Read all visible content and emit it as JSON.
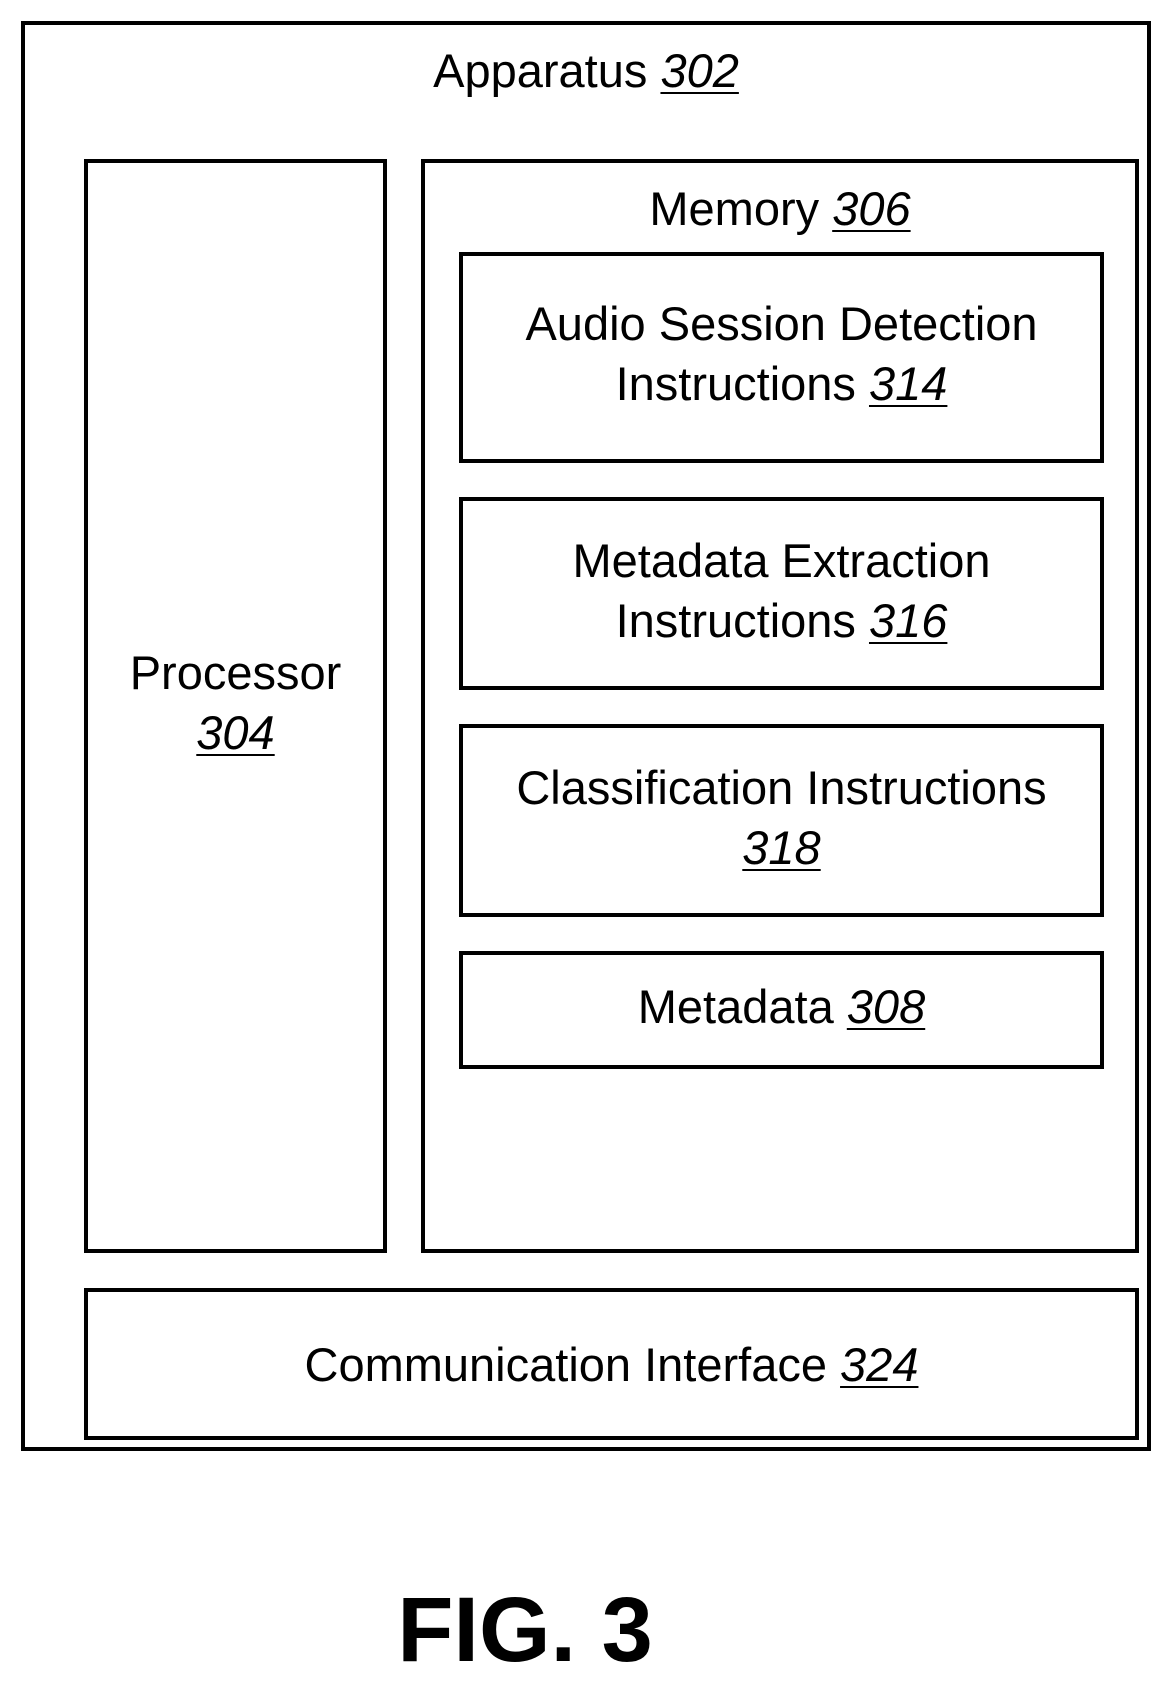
{
  "apparatus": {
    "name": "Apparatus",
    "ref": "302"
  },
  "processor": {
    "name": "Processor",
    "ref": "304"
  },
  "memory": {
    "name": "Memory",
    "ref": "306",
    "modules": {
      "audio": {
        "line1": "Audio Session Detection",
        "line2": "Instructions",
        "ref": "314"
      },
      "extraction": {
        "line1": "Metadata Extraction",
        "line2": "Instructions",
        "ref": "316"
      },
      "classification": {
        "line1": "Classification Instructions",
        "ref": "318"
      },
      "metadata": {
        "name": "Metadata",
        "ref": "308"
      }
    }
  },
  "communication_interface": {
    "name": "Communication Interface",
    "ref": "324"
  },
  "figure": {
    "title": "FIG. 3"
  }
}
